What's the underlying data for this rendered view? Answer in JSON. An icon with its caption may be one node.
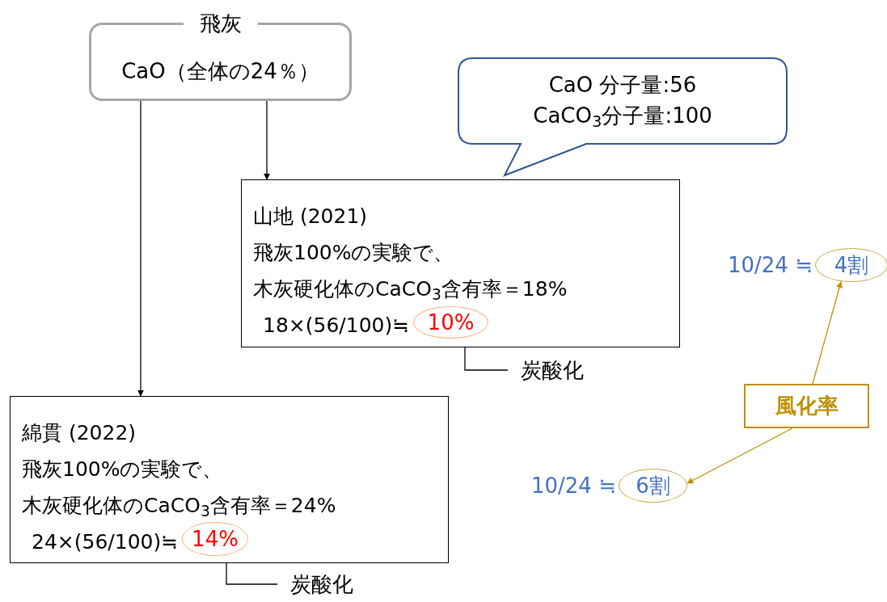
{
  "diagram": {
    "nodes": [
      {
        "text": [
          "飛灰",
          "CaO（全体の24％）"
        ]
      },
      {
        "text": [
          "CaO 分子量:56 CaCO$_{3}$分子量:100"
        ]
      },
      {
        "text": [
          "山地 (2021)",
          "飛灰100%の実験で、",
          "木灰硬化体のCaCO$_{3}$含有率＝18%",
          "18×(56/100)≒"
        ]
      },
      {
        "text": [
          "10%"
        ],
        "in": 2
      },
      {
        "text": [
          "炭酸化"
        ]
      },
      {
        "text": [
          "綿貫 (2022)",
          "飛灰100%の実験で、",
          "木灰硬化体のCaCO$_{3}$含有率＝24%",
          "24×(56/100)≒"
        ]
      },
      {
        "text": [
          "14%"
        ],
        "in": 5
      },
      {
        "text": [
          "炭酸化"
        ]
      },
      {
        "text": [
          "4割"
        ],
        "beside": [
          "10/24 ≒"
        ]
      },
      {
        "text": [
          "6割"
        ],
        "beside": [
          "10/24 ≒"
        ]
      },
      {
        "text": [
          "風化率"
        ]
      }
    ],
    "edges": [
      {
        "from": 0,
        "to": 2,
        "arrow": "to"
      },
      {
        "from": 0,
        "to": 5,
        "arrow": "to"
      },
      {
        "from": 4,
        "to": 3,
        "arrow": "to"
      },
      {
        "from": 7,
        "to": 6,
        "arrow": "to"
      },
      {
        "from": 10,
        "to": 8,
        "arrow": "to",
        "color": "#bf9000"
      },
      {
        "from": 10,
        "to": 9,
        "arrow": "to",
        "color": "#bf9000"
      }
    ]
  }
}
